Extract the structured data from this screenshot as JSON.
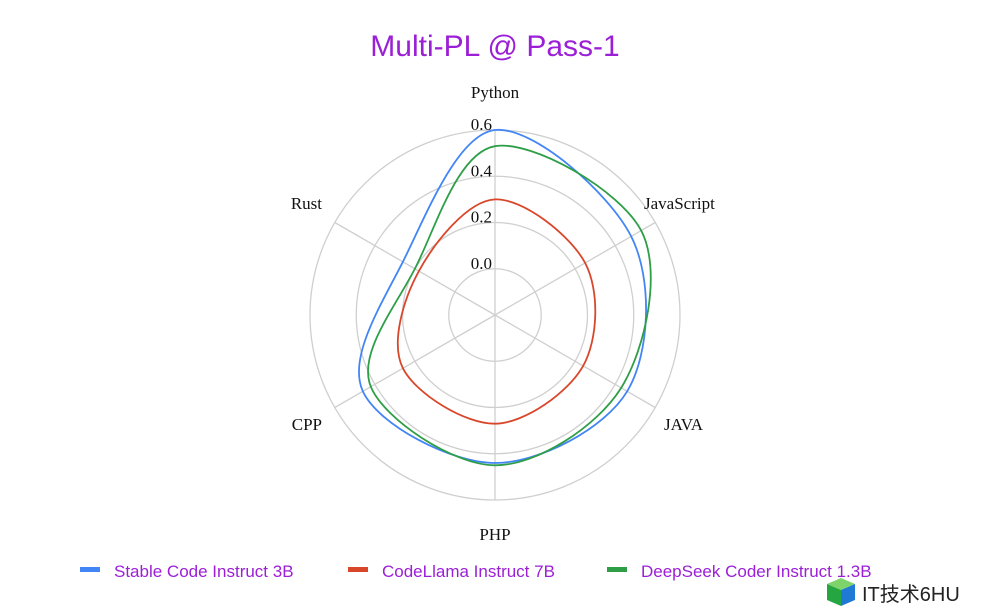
{
  "chart_data": {
    "type": "radar",
    "title": "Multi-PL @ Pass-1",
    "axes": [
      "Python",
      "JavaScript",
      "JAVA",
      "PHP",
      "CPP",
      "Rust"
    ],
    "radial_ticks": [
      "0.0",
      "0.2",
      "0.4",
      "0.6"
    ],
    "rlim": [
      -0.2,
      0.6
    ],
    "grid": true,
    "legend_position": "bottom",
    "series": [
      {
        "name": "Stable Code Instruct 3B",
        "color": "#4285f4",
        "values": [
          0.6,
          0.48,
          0.46,
          0.44,
          0.46,
          0.26
        ]
      },
      {
        "name": "CodeLlama Instruct 7B",
        "color": "#d9472b",
        "values": [
          0.3,
          0.25,
          0.24,
          0.27,
          0.26,
          0.18
        ]
      },
      {
        "name": "DeepSeek Coder Instruct 1.3B",
        "color": "#2e9e47",
        "values": [
          0.53,
          0.53,
          0.43,
          0.45,
          0.42,
          0.2
        ]
      }
    ]
  },
  "watermark": {
    "text": "IT技术6HU",
    "logo": "blue-green-cube-logo"
  }
}
